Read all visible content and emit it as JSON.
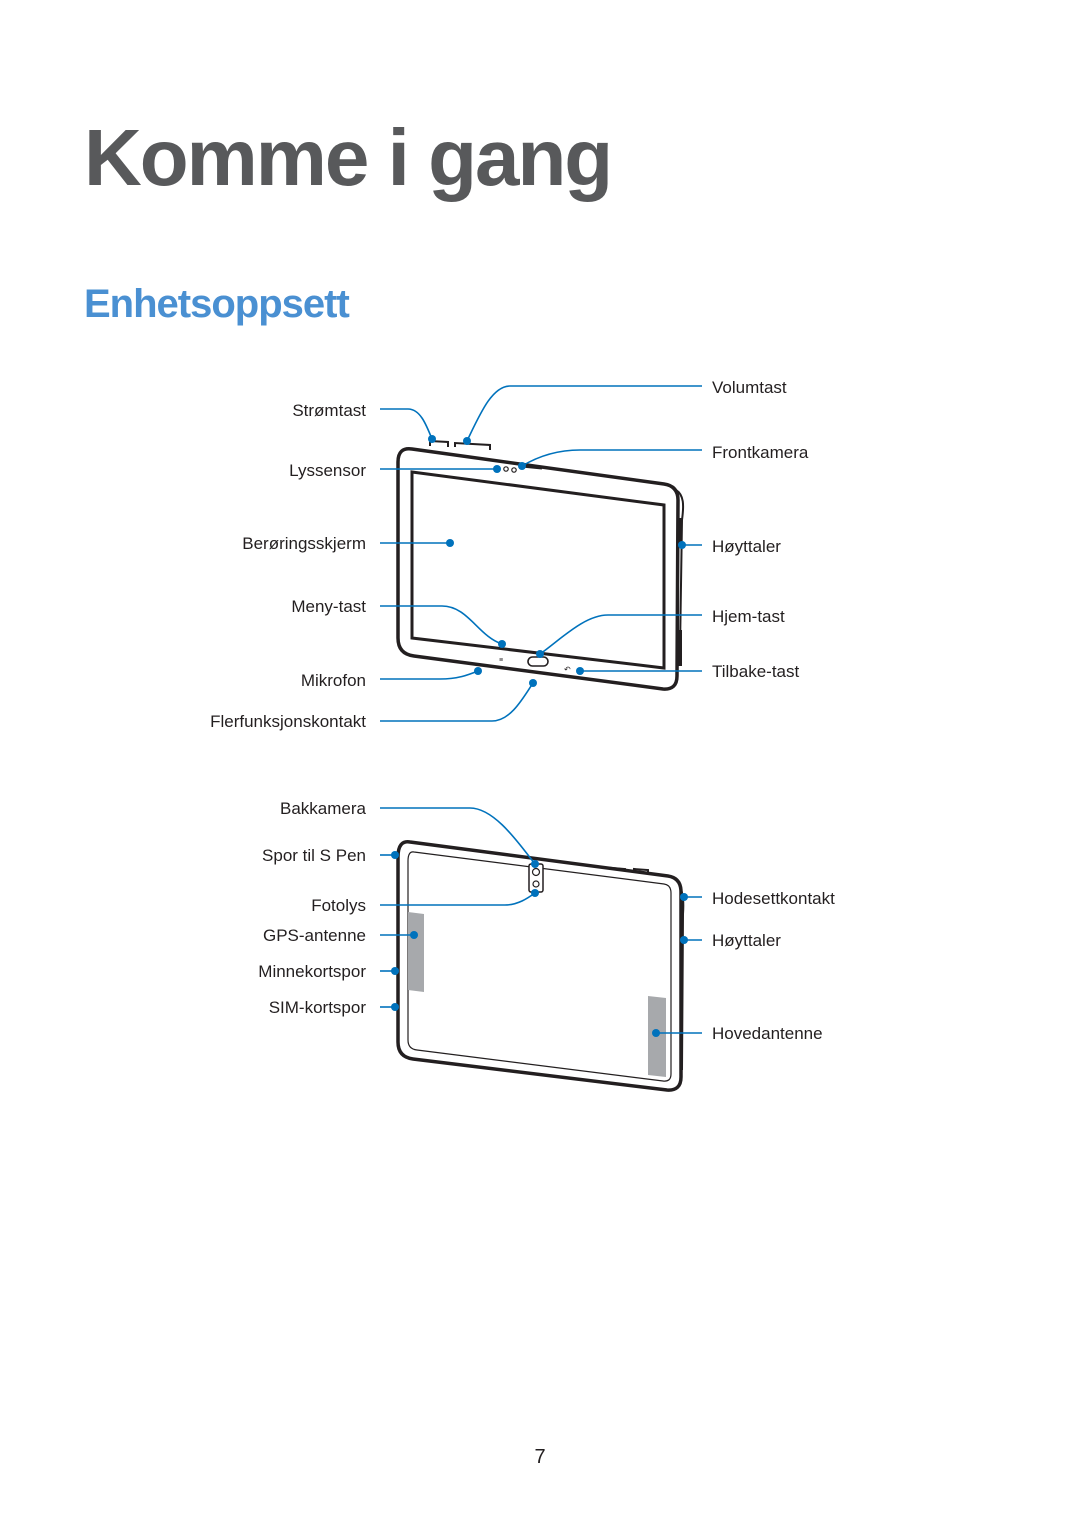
{
  "page": {
    "chapter_title": "Komme i gang",
    "section_title": "Enhetsoppsett",
    "page_number": "7"
  },
  "front_view": {
    "left_labels": {
      "power_key": "Strømtast",
      "light_sensor": "Lyssensor",
      "touch_screen": "Berøringsskjerm",
      "menu_key": "Meny-tast",
      "microphone": "Mikrofon",
      "multipurpose_jack": "Flerfunksjonskontakt"
    },
    "right_labels": {
      "volume_key": "Volumtast",
      "front_camera": "Frontkamera",
      "speaker": "Høyttaler",
      "home_key": "Hjem-tast",
      "back_key": "Tilbake-tast"
    }
  },
  "back_view": {
    "left_labels": {
      "rear_camera": "Bakkamera",
      "s_pen_slot": "Spor til S Pen",
      "flash": "Fotolys",
      "gps_antenna": "GPS-antenne",
      "memory_card_slot": "Minnekortspor",
      "sim_card_slot": "SIM-kortspor"
    },
    "right_labels": {
      "headset_jack": "Hodesettkontakt",
      "speaker": "Høyttaler",
      "main_antenna": "Hovedantenne"
    }
  },
  "colors": {
    "leader_line": "#0072bc",
    "chapter_title": "#58595b",
    "section_title": "#4a90d2"
  }
}
